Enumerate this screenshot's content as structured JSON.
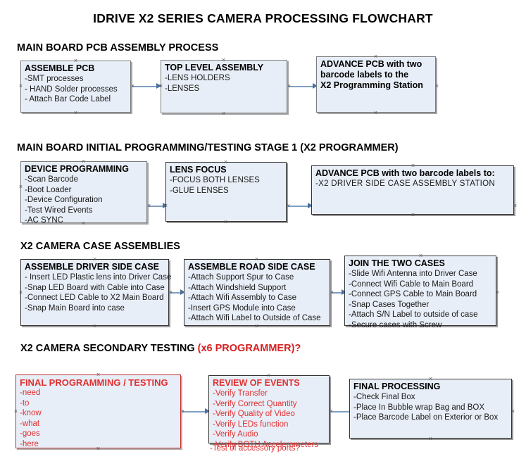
{
  "title": "IDRIVE X2  SERIES CAMERA PROCESSING FLOWCHART",
  "sections": [
    {
      "heading": "MAIN BOARD PCB ASSEMBLY PROCESS",
      "heading_accent": "",
      "nodes": [
        {
          "title": "ASSEMBLE PCB",
          "lines": [
            "-SMT processes",
            "- HAND Solder processes",
            "- Attach Bar Code Label"
          ]
        },
        {
          "title": "TOP LEVEL ASSEMBLY",
          "lines": [
            "-LENS HOLDERS",
            "-LENSES"
          ]
        },
        {
          "title": "ADVANCE PCB with two",
          "lines": [
            "barcode labels to the",
            " X2 Programming Station"
          ]
        }
      ]
    },
    {
      "heading": "MAIN BOARD INITIAL PROGRAMMING/TESTING STAGE 1 (X2 PROGRAMMER)",
      "heading_accent": "",
      "nodes": [
        {
          "title": "DEVICE PROGRAMMING",
          "lines": [
            "-Scan Barcode",
            "-Boot Loader",
            "-Device Configuration",
            "-Test Wired Events",
            "-AC SYNC"
          ]
        },
        {
          "title": "LENS FOCUS",
          "lines": [
            "-FOCUS BOTH LENSES",
            "-GLUE LENSES"
          ]
        },
        {
          "title": "ADVANCE PCB with two barcode labels to:",
          "lines": [
            "-X2 DRIVER  SIDE  CASE  ASSEMBLY STATION"
          ]
        }
      ]
    },
    {
      "heading": "X2 CAMERA CASE ASSEMBLIES",
      "heading_accent": "",
      "nodes": [
        {
          "title": "ASSEMBLE DRIVER SIDE CASE",
          "lines": [
            "- Insert LED Plastic lens into Driver Case",
            "-Snap LED Board with Cable into Case",
            "-Connect LED Cable to X2 Main Board",
            "-Snap Main Board into case"
          ]
        },
        {
          "title": "ASSEMBLE ROAD SIDE CASE",
          "lines": [
            "-Attach Support Spur to Case",
            "-Attach Windshield Support",
            "-Attach Wifi Assembly to Case",
            "-Insert GPS Module into Case",
            "-Attach Wifi Label to Outside of Case"
          ]
        },
        {
          "title": "JOIN THE TWO CASES",
          "lines": [
            "-Slide Wifi Antenna into Driver Case",
            "-Connect Wifi Cable to Main Board",
            "-Connect GPS Cable to Main Board",
            "-Snap Cases Together",
            "-Attach S/N Label to outside of case",
            "-Secure cases with Screw"
          ]
        }
      ]
    },
    {
      "heading": "X2 CAMERA SECONDARY TESTING",
      "heading_accent": "(x6 PROGRAMMER)?",
      "nodes": [
        {
          "title": "FINAL PROGRAMMING / TESTING",
          "lines": [
            "-need",
            "-to",
            "-know",
            "-what",
            "-goes",
            "-here"
          ]
        },
        {
          "title": "REVIEW OF EVENTS",
          "lines": [
            "-Verify Transfer",
            "-Verify Correct Quantity",
            "-Verify Quality of Video",
            "-Verify LEDs function",
            "-Verify Audio",
            "-Verify BOTH Accelerometers"
          ],
          "overflow_line": "-Test of accessory ports?"
        },
        {
          "title": "FINAL PROCESSING",
          "lines": [
            " -Check Final Box",
            "-Place In Bubble wrap Bag and BOX",
            "-Place Barcode Label on Exterior or Box"
          ]
        }
      ]
    }
  ],
  "colors": {
    "node_fill": "#e8eef7",
    "node_border": "#7b7b7b",
    "connector": "#7f9fc4",
    "accent_red": "#e03030",
    "text": "#000000"
  }
}
